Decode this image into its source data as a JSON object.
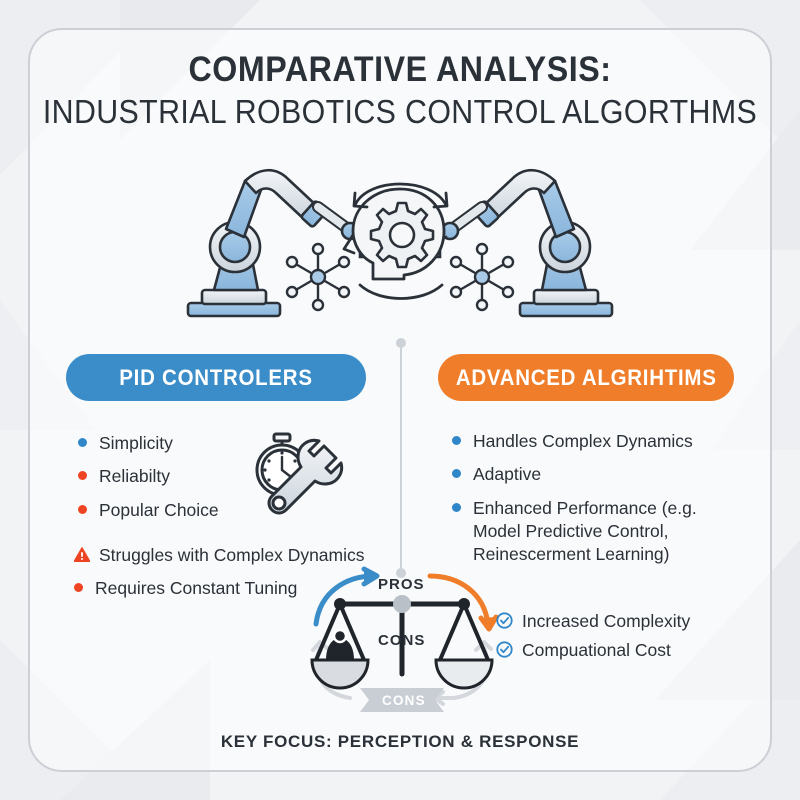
{
  "theme": {
    "blue": "#3a8dc8",
    "orange": "#ef7d29",
    "red": "#ef4423",
    "dark": "#2b3138",
    "card_border": "#ccd0d6",
    "background": "#f2f3f5"
  },
  "header": {
    "title_line1": "COMPARATIVE ANALYSIS:",
    "title_line2": "INDUSTRIAL ROBOTICS CONTROL ALGORTHMS"
  },
  "hero": {
    "icons": [
      "robot-arm-left",
      "robot-arm-right",
      "head-gear",
      "network-node-left",
      "network-node-right",
      "circular-arrows"
    ]
  },
  "columns": {
    "left": {
      "pill_label": "PID CONTROLERS",
      "pros": [
        {
          "label": "Simplicity",
          "marker": "dot-blue"
        },
        {
          "label": "Reliabilty",
          "marker": "dot-red"
        },
        {
          "label": "Popular Choice",
          "marker": "dot-red"
        }
      ],
      "cons": [
        {
          "label": "Struggles with Complex Dynamics",
          "marker": "warning-triangle"
        },
        {
          "label": "Requires Constant Tuning",
          "marker": "dot-red"
        }
      ],
      "side_icon": "stopwatch-wrench-icon"
    },
    "right": {
      "pill_label": "ADVANCED ALGRIHTIMS",
      "pros": [
        {
          "label": "Handles Complex Dynamics",
          "marker": "dot-blue"
        },
        {
          "label": "Adaptive",
          "marker": "dot-blue"
        },
        {
          "label": "Enhanced Performance (e.g. Model Predictive Control, Reinescerment Learning)",
          "marker": "dot-blue"
        }
      ],
      "cons": [
        {
          "label": "Increased Complexity",
          "marker": "check-circle"
        },
        {
          "label": "Compuational Cost",
          "marker": "check-circle"
        }
      ]
    }
  },
  "scale": {
    "top_label": "PROS",
    "middle_label": "CONS",
    "ribbon_label": "CONS",
    "arrow_left_color": "#3a8dc8",
    "arrow_right_color": "#ef7d29",
    "loop_arrow_color": "#d4d8dd"
  },
  "footer": {
    "caption": "KEY FOCUS: PERCEPTION & RESPONSE"
  }
}
